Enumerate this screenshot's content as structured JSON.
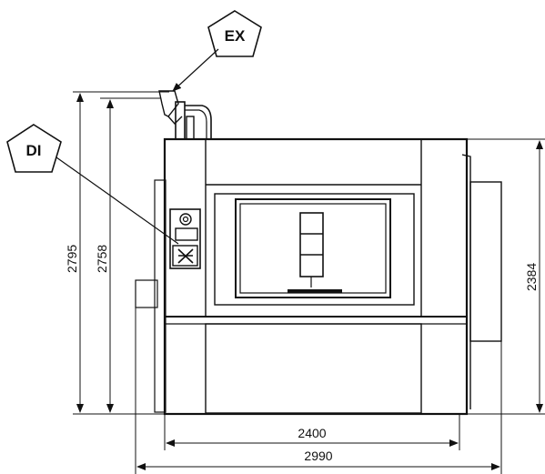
{
  "callouts": {
    "exhaust": "EX",
    "drain_inlet": "DI"
  },
  "dimensions": {
    "height_total": "2795",
    "height_to_top": "2758",
    "height_right": "2384",
    "width_body": "2400",
    "width_total": "2990"
  }
}
